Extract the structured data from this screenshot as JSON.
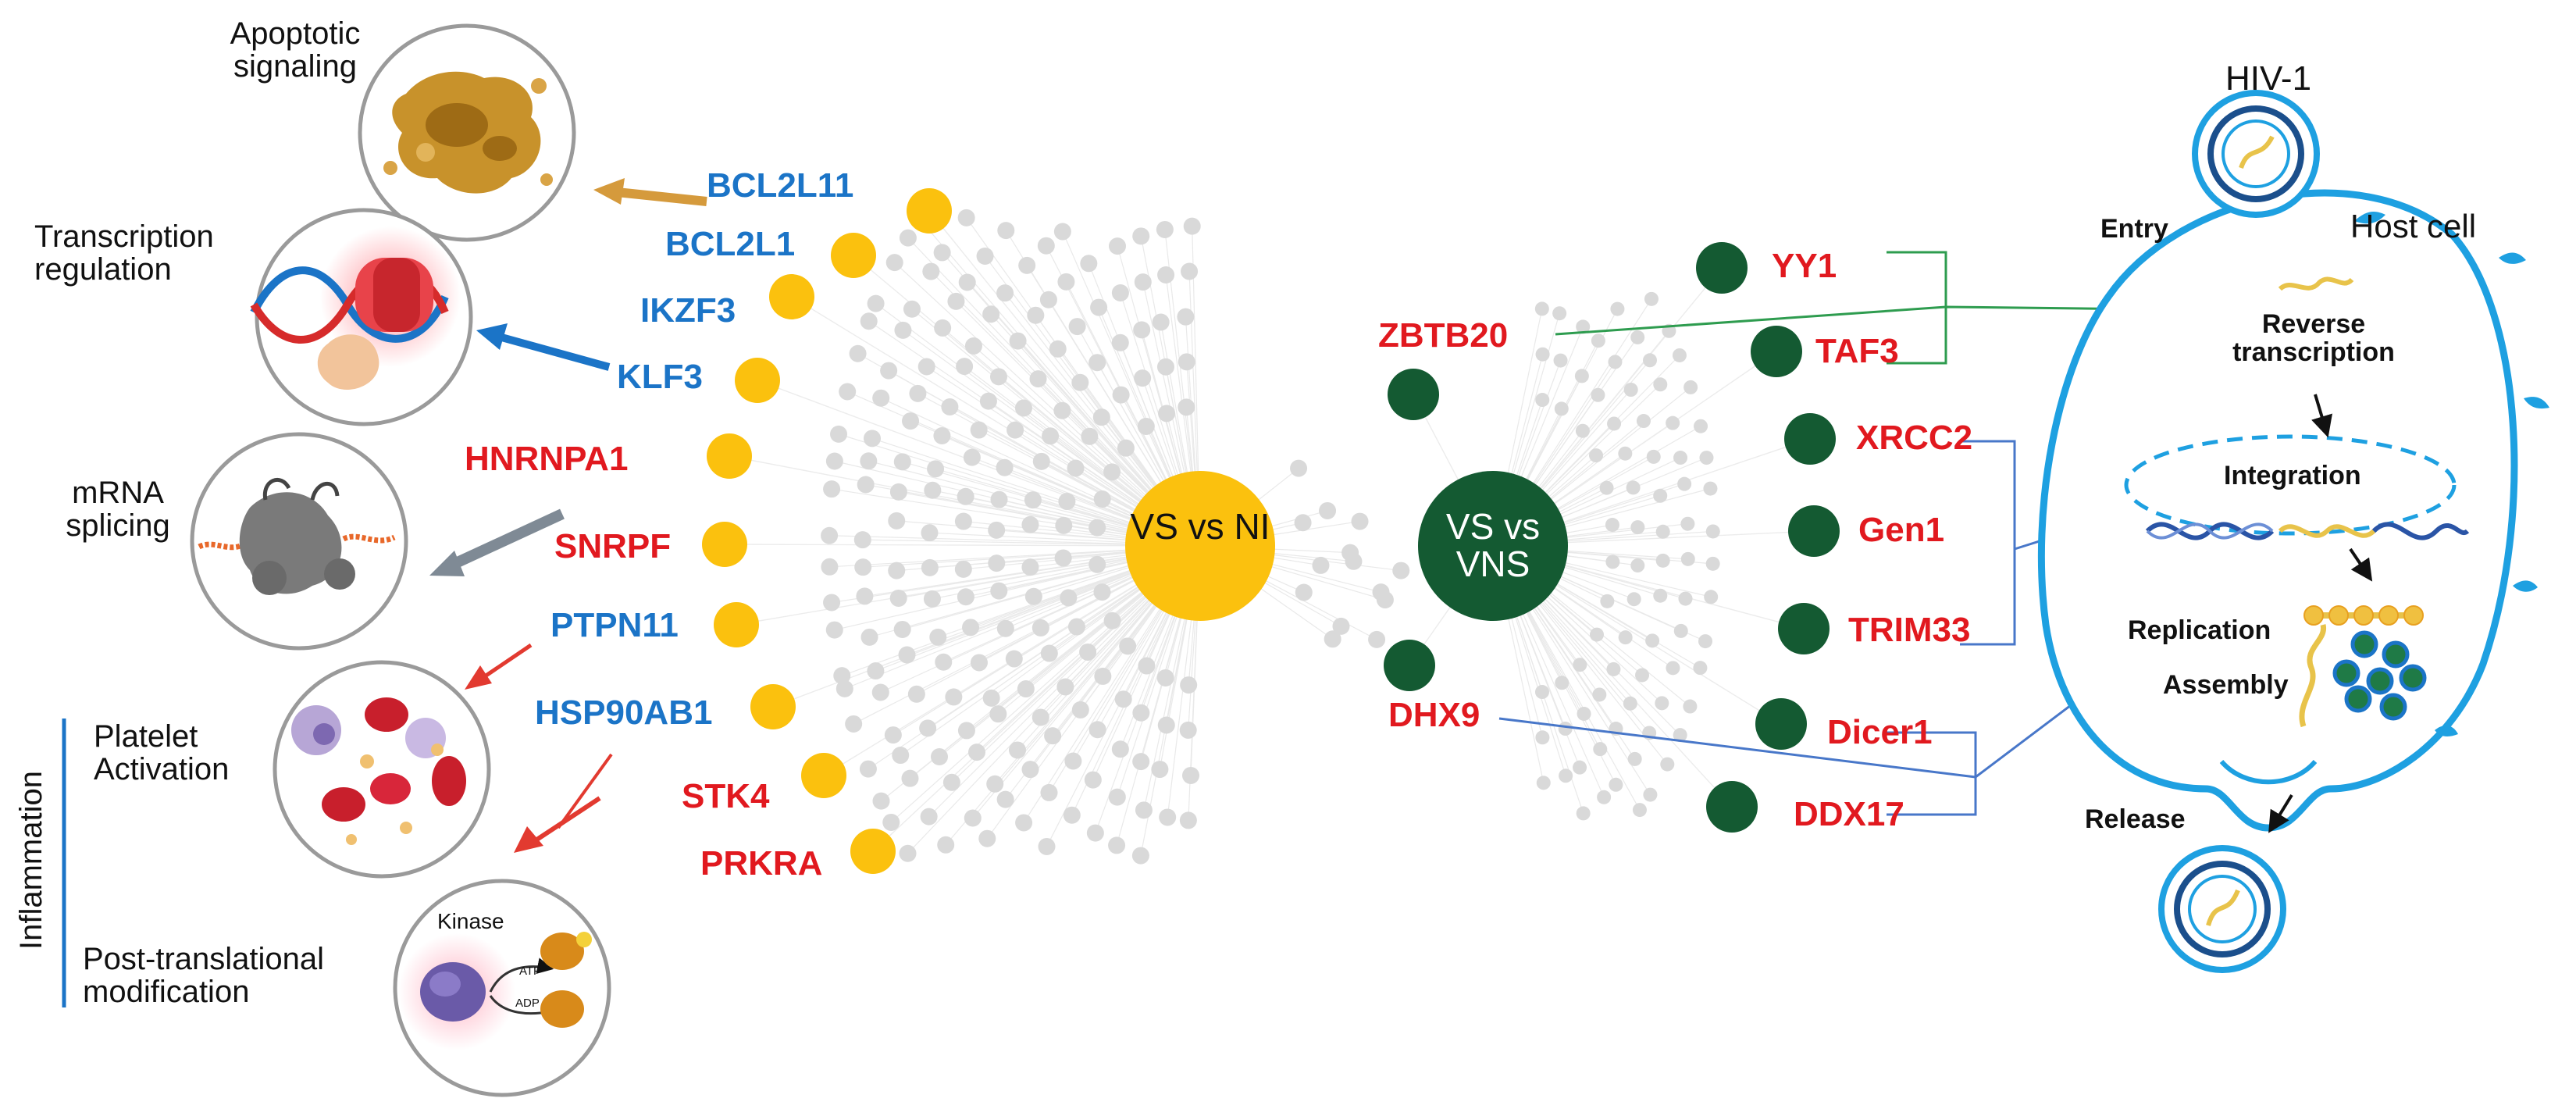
{
  "colors": {
    "red": "#e1191f",
    "blue": "#1b74c7",
    "yellow": "#fbc10e",
    "green": "#145a32",
    "gray": "#d9d9d9",
    "cell": "#1ea0e1"
  },
  "left": {
    "hub_label": "VS vs NI",
    "genes": [
      {
        "name": "BCL2L11",
        "color": "blue"
      },
      {
        "name": "BCL2L1",
        "color": "blue"
      },
      {
        "name": "IKZF3",
        "color": "blue"
      },
      {
        "name": "KLF3",
        "color": "blue"
      },
      {
        "name": "HNRNPA1",
        "color": "red"
      },
      {
        "name": "SNRPF",
        "color": "red"
      },
      {
        "name": "PTPN11",
        "color": "blue"
      },
      {
        "name": "HSP90AB1",
        "color": "blue"
      },
      {
        "name": "STK4",
        "color": "red"
      },
      {
        "name": "PRKRA",
        "color": "red"
      }
    ],
    "processes": {
      "apoptotic": "Apoptotic signaling",
      "transcription": "Transcription regulation",
      "mrna": "mRNA splicing",
      "platelet": "Platelet Activation",
      "ptm": "Post-translational modification",
      "inflammation": "Inflammation",
      "kinase": "Kinase",
      "atp": "ATP",
      "adp": "ADP"
    }
  },
  "right": {
    "hub_label": "VS vs VNS",
    "genes": [
      {
        "name": "YY1"
      },
      {
        "name": "TAF3"
      },
      {
        "name": "ZBTB20"
      },
      {
        "name": "XRCC2"
      },
      {
        "name": "Gen1"
      },
      {
        "name": "TRIM33"
      },
      {
        "name": "DHX9"
      },
      {
        "name": "Dicer1"
      },
      {
        "name": "DDX17"
      }
    ]
  },
  "hiv": {
    "virus": "HIV-1",
    "host": "Host cell",
    "entry": "Entry",
    "reverse_transcription": "Reverse transcription",
    "integration": "Integration",
    "replication": "Replication",
    "assembly": "Assembly",
    "release": "Release"
  }
}
